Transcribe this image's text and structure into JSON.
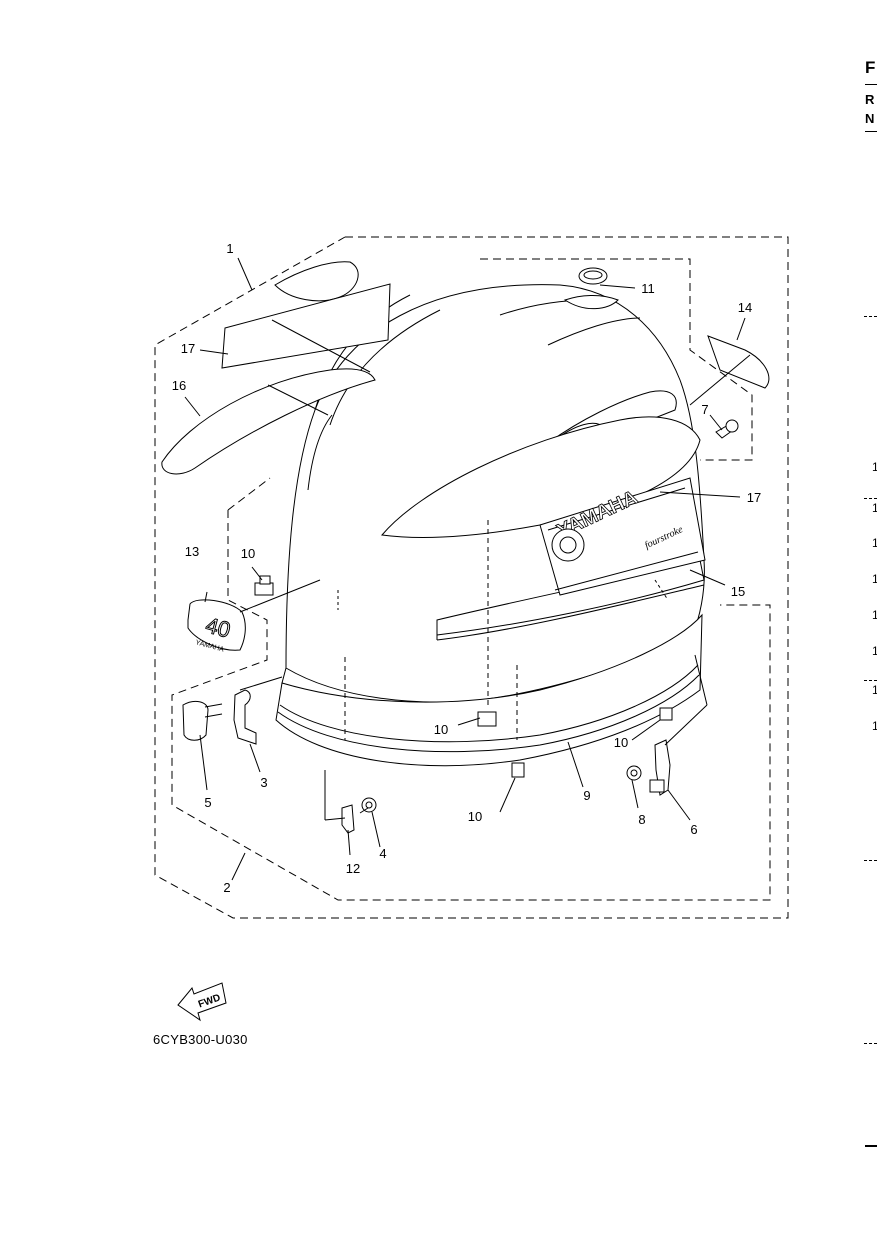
{
  "diagram": {
    "part_labels": [
      "1",
      "2",
      "3",
      "4",
      "5",
      "6",
      "7",
      "8",
      "9",
      "10",
      "10",
      "10",
      "10",
      "11",
      "12",
      "13",
      "14",
      "15",
      "16",
      "17",
      "17"
    ],
    "badge_number": "40",
    "badge_brand": "YAMAHA",
    "cowl_brand": "YAMAHA",
    "cowl_subtext": "fourstroke",
    "fwd_label": "FWD",
    "reference_code": "6CYB300-U030"
  },
  "page_edge": {
    "header_letters": [
      "F",
      "R",
      "N"
    ],
    "row_numbers": [
      "1",
      "1",
      "1",
      "1",
      "1",
      "1",
      "1",
      "1"
    ]
  }
}
